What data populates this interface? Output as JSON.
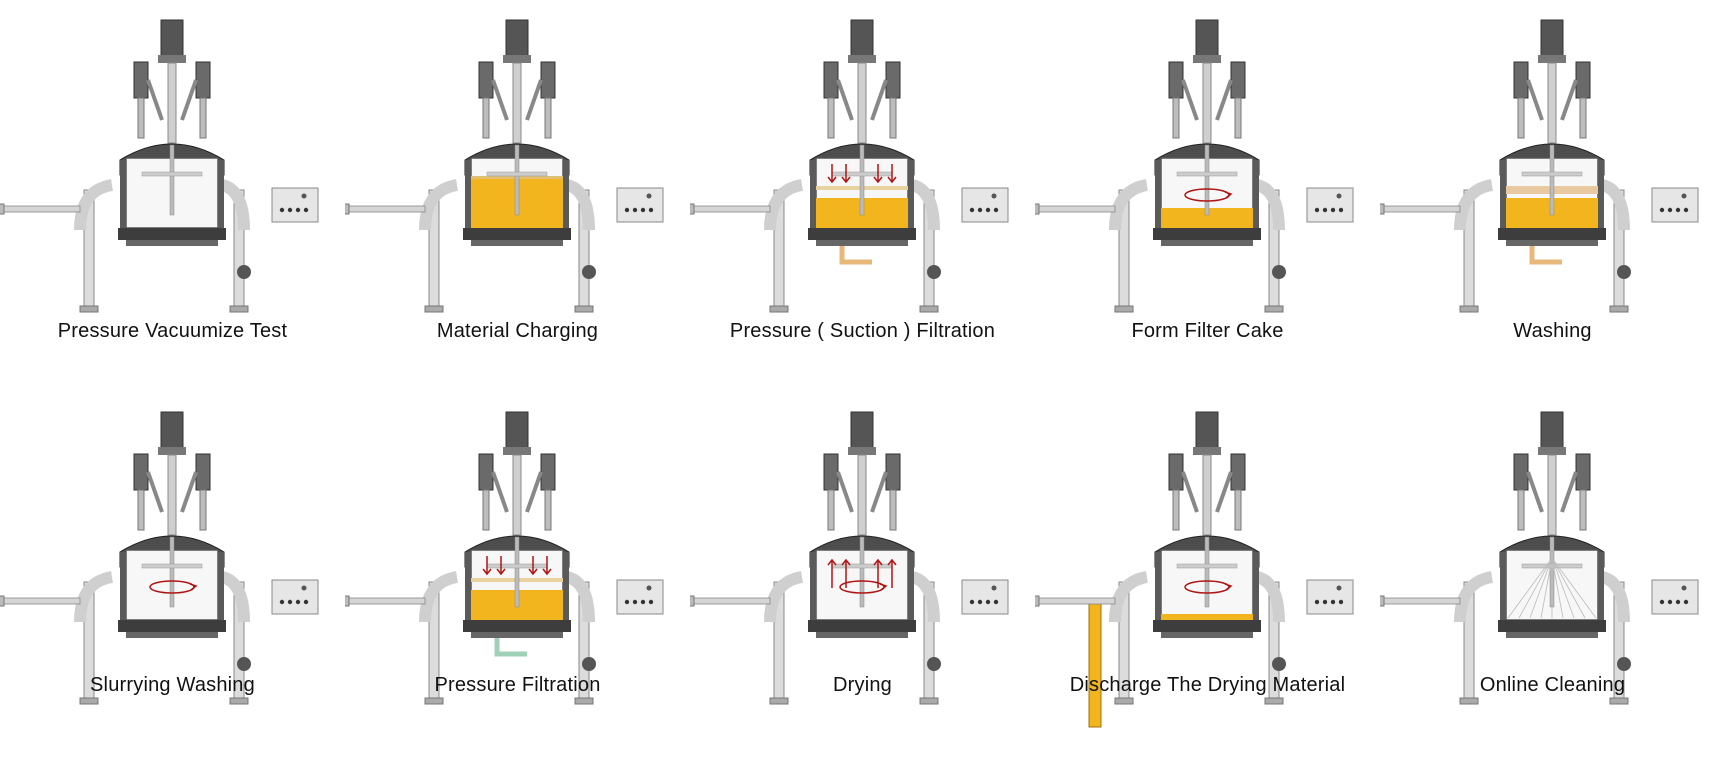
{
  "stages": [
    {
      "label": "Pressure Vacuumize Test",
      "fill": "none",
      "arrows": "none",
      "agitator": false,
      "outlet": "none"
    },
    {
      "label": "Material Charging",
      "fill": "full",
      "arrows": "none",
      "agitator": false,
      "outlet": "none"
    },
    {
      "label": "Pressure ( Suction ) Filtration",
      "fill": "low",
      "arrows": "down",
      "agitator": false,
      "outlet": "bottom"
    },
    {
      "label": "Form Filter Cake",
      "fill": "cake",
      "arrows": "none",
      "agitator": true,
      "outlet": "none"
    },
    {
      "label": "Washing",
      "fill": "low-wash",
      "arrows": "none",
      "agitator": false,
      "outlet": "bottom"
    },
    {
      "label": "Slurrying Washing",
      "fill": "none",
      "arrows": "none",
      "agitator": true,
      "outlet": "none"
    },
    {
      "label": "Pressure Filtration",
      "fill": "low",
      "arrows": "down",
      "agitator": false,
      "outlet": "bottom-green"
    },
    {
      "label": "Drying",
      "fill": "none",
      "arrows": "up",
      "agitator": true,
      "outlet": "none"
    },
    {
      "label": "Discharge The Drying Material",
      "fill": "thin",
      "arrows": "none",
      "agitator": true,
      "outlet": "discharge"
    },
    {
      "label": "Online Cleaning",
      "fill": "none",
      "arrows": "spray",
      "agitator": false,
      "outlet": "none"
    }
  ],
  "colors": {
    "material": "#f2b51e",
    "wash_layer": "#e8c9a0",
    "arrow_red": "#b01414",
    "outlet_green": "#9fd0b8",
    "outlet_orange": "#e8b87a",
    "steel_dark": "#4a4a4a",
    "steel_light": "#d9d9d9"
  }
}
